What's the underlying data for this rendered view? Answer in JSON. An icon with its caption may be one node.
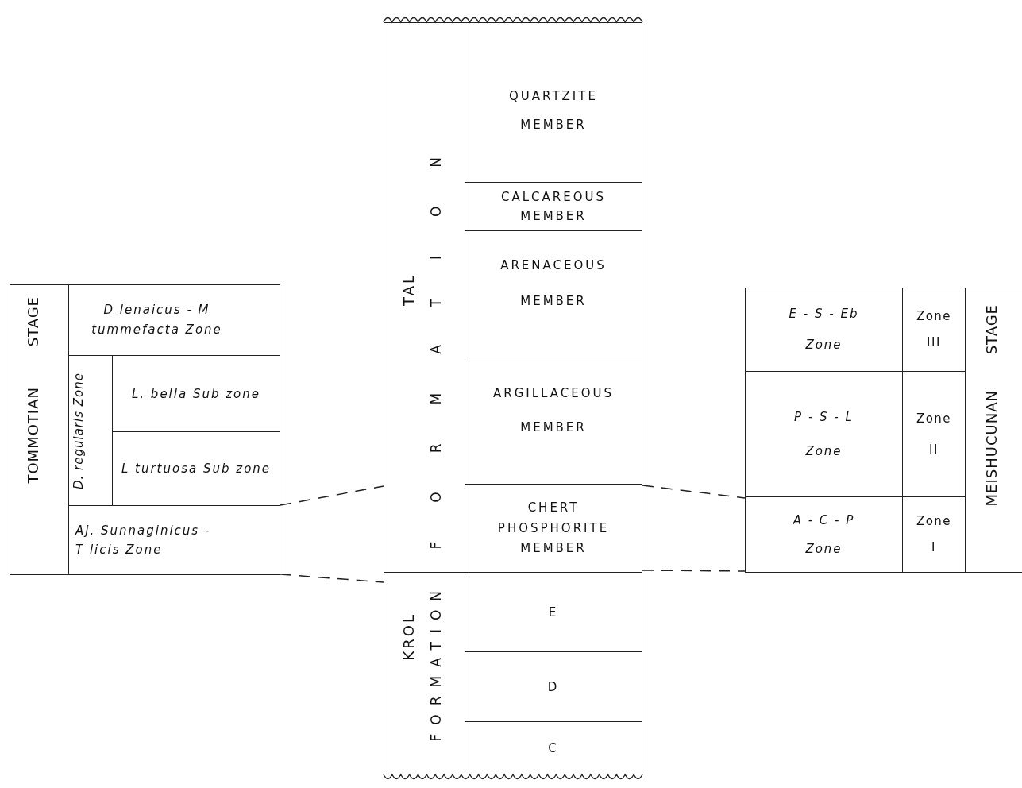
{
  "diagram": {
    "nodes": [
      {
        "text": [
          "TOMMOTIAN STAGE"
        ]
      },
      {
        "text": [
          "D lenaicus - M tummefacta Zone"
        ]
      },
      {
        "text": [
          "D. regularis Zone"
        ]
      },
      {
        "text": [
          "L. bella Sub zone"
        ]
      },
      {
        "text": [
          "L turtuosa Sub zone"
        ]
      },
      {
        "text": [
          "Aj. Sunnaginicus -T licis Zone"
        ]
      },
      {
        "text": [
          "TAL",
          "FORMATION"
        ]
      },
      {
        "text": [
          "QUARTZITE MEMBER"
        ]
      },
      {
        "text": [
          "CALCAREOUS MEMBER"
        ]
      },
      {
        "text": [
          "ARENACEOUS MEMBER"
        ]
      },
      {
        "text": [
          "ARGILLACEOUS MEMBER"
        ]
      },
      {
        "text": [
          "CHERT PHOSPHORITE MEMBER"
        ]
      },
      {
        "text": [
          "KROL",
          "FORMATION"
        ]
      },
      {
        "text": [
          "E"
        ]
      },
      {
        "text": [
          "D"
        ]
      },
      {
        "text": [
          "C"
        ]
      },
      {
        "text": [
          "E - S - Eb Zone"
        ]
      },
      {
        "text": [
          "Zone III"
        ]
      },
      {
        "text": [
          "P - S - L Zone"
        ]
      },
      {
        "text": [
          "Zone II"
        ]
      },
      {
        "text": [
          "A - C - P Zone"
        ]
      },
      {
        "text": [
          "Zone I"
        ]
      },
      {
        "text": [
          "MEISHUCUNAN STAGE"
        ]
      }
    ],
    "edges": [
      {
        "from": 5,
        "to": 6,
        "arrow": "none",
        "style": "dashed"
      },
      {
        "from": 5,
        "to": 6,
        "arrow": "none",
        "style": "dashed"
      },
      {
        "from": 11,
        "to": 20,
        "arrow": "none",
        "style": "dashed"
      },
      {
        "from": 11,
        "to": 20,
        "arrow": "none",
        "style": "dashed"
      }
    ]
  }
}
